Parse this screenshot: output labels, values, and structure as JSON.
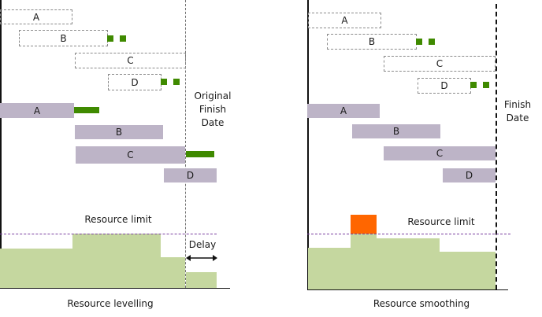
{
  "panels": [
    {
      "id": "levelling",
      "caption": "Resource levelling",
      "finish_label": [
        "Original",
        "Finish",
        "Date"
      ],
      "resource_limit_label": "Resource limit",
      "delay_label": "Delay",
      "original_tasks": [
        "A",
        "B",
        "C",
        "D"
      ],
      "scheduled_tasks": [
        "A",
        "B",
        "C",
        "D"
      ]
    },
    {
      "id": "smoothing",
      "caption": "Resource smoothing",
      "finish_label": [
        "Finish",
        "Date"
      ],
      "resource_limit_label": "Resource limit",
      "original_tasks": [
        "A",
        "B",
        "C",
        "D"
      ],
      "scheduled_tasks": [
        "A",
        "B",
        "C",
        "D"
      ]
    }
  ],
  "colors": {
    "task_bar": "#bdb4c7",
    "float": "#3f8a00",
    "resource": "#c5d79f",
    "over_allocation": "#ff6600",
    "resource_limit_line": "#7a3fa0"
  }
}
